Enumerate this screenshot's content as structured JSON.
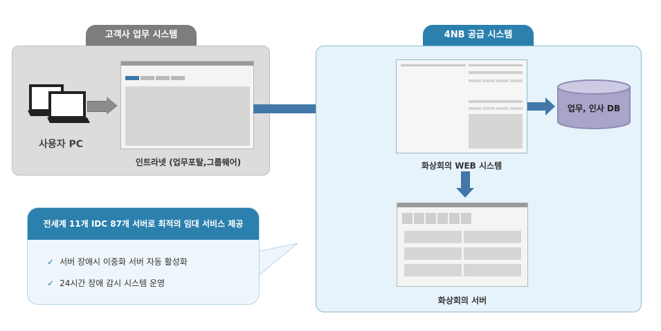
{
  "client": {
    "title": "고객사 업무 시스템",
    "user_pc_label": "사용자 PC",
    "intranet_label": "인트라넷 (업무포탈,그룹웨어)"
  },
  "supplier": {
    "title": "4NB 공급 시스템",
    "web_system_label": "화상회의 WEB 시스템",
    "db_label": "업무, 인사 DB",
    "server_label": "화상회의 서버"
  },
  "callout": {
    "title": "전세계 11개 IDC 87개 서버로 최적의 임대 서비스 제공",
    "items": [
      "서버 장애시 이중화 서버 자동 활성화",
      "24시간 장애 감시 시스템 운영"
    ]
  },
  "colors": {
    "accent_blue": "#2b80ad",
    "arrow_blue": "#4277a8",
    "grey_label": "#7d7d7d",
    "db_purple": "#a9a5c9"
  },
  "icons": [
    "laptop-icon",
    "check-icon",
    "database-icon"
  ]
}
